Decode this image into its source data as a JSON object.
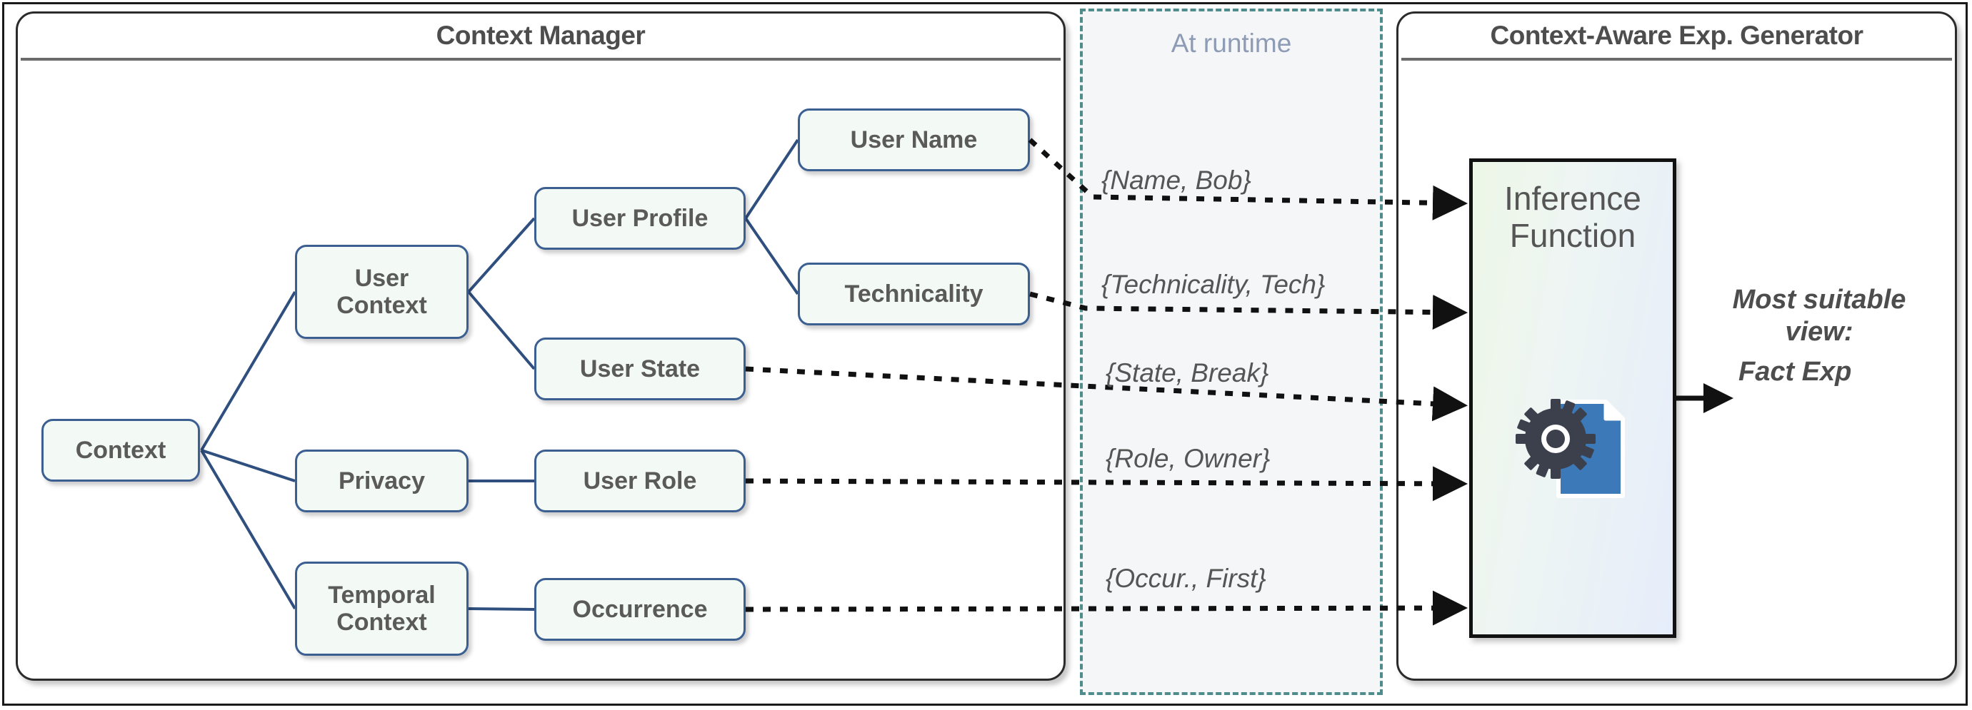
{
  "diagram": {
    "panels": {
      "context_manager": {
        "title": "Context Manager"
      },
      "runtime": {
        "title": "At runtime"
      },
      "generator": {
        "title": "Context-Aware Exp. Generator"
      }
    },
    "tree_nodes": [
      {
        "id": "context",
        "label": "Context"
      },
      {
        "id": "user_context",
        "label": "User\nContext"
      },
      {
        "id": "privacy",
        "label": "Privacy"
      },
      {
        "id": "temporal",
        "label": "Temporal\nContext"
      },
      {
        "id": "user_profile",
        "label": "User  Profile"
      },
      {
        "id": "user_state",
        "label": "User State"
      },
      {
        "id": "user_role",
        "label": "User Role"
      },
      {
        "id": "occurrence",
        "label": "Occurrence"
      },
      {
        "id": "user_name",
        "label": "User  Name"
      },
      {
        "id": "technicality",
        "label": "Technicality"
      }
    ],
    "runtime_labels": [
      {
        "id": "name",
        "label": "{Name, Bob}"
      },
      {
        "id": "technicality",
        "label": "{Technicality, Tech}"
      },
      {
        "id": "state",
        "label": "{State, Break}"
      },
      {
        "id": "role",
        "label": "{Role, Owner}"
      },
      {
        "id": "occurrence",
        "label": "{Occur., First}"
      }
    ],
    "inference": {
      "label": "Inference\nFunction"
    },
    "output": {
      "caption": "Most suitable\nview:",
      "value": "Fact Exp"
    },
    "icons": {
      "document_gear": "document-gear-icon"
    },
    "colors": {
      "node_fill": "#f3f9f4",
      "node_border": "#3c5f92",
      "node_text": "#5a5a5a",
      "panel_border": "#2b2b2b",
      "runtime_border": "#4f8c8c",
      "runtime_bg": "#f4f6f8",
      "runtime_title": "#8e9bb5",
      "edge_line": "#2f4f7f",
      "doc_blue": "#3b79b8",
      "gear_dark": "#3c404c",
      "inference_gradient_start": "#edf7e6",
      "inference_gradient_end": "#e6edfa"
    }
  }
}
